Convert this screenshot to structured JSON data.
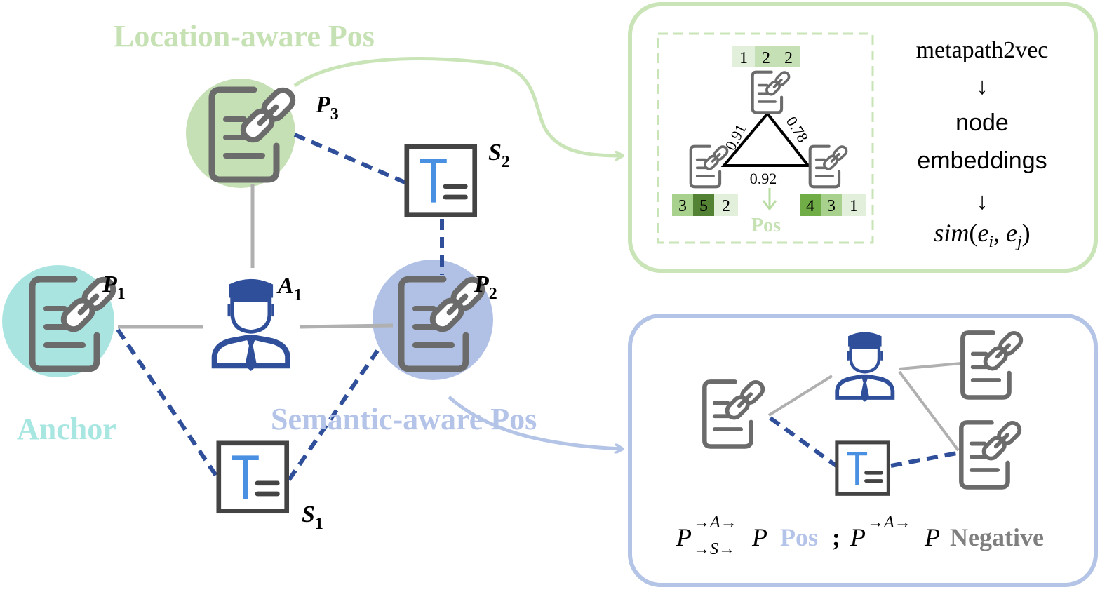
{
  "labels": {
    "location_aware_pos": "Location-aware Pos",
    "semantic_aware_pos": "Semantic-aware Pos",
    "anchor": "Anchor",
    "p1": {
      "base": "P",
      "sub": "1"
    },
    "p2": {
      "base": "P",
      "sub": "2"
    },
    "p3": {
      "base": "P",
      "sub": "3"
    },
    "a1": {
      "base": "A",
      "sub": "1"
    },
    "s1": {
      "base": "S",
      "sub": "1"
    },
    "s2": {
      "base": "S",
      "sub": "2"
    }
  },
  "location_panel": {
    "top_vector": [
      "1",
      "2",
      "2"
    ],
    "left_vector": [
      "3",
      "5",
      "2"
    ],
    "right_vector": [
      "4",
      "3",
      "1"
    ],
    "edge_left": "0.91",
    "edge_right": "0.78",
    "edge_bottom": "0.92",
    "pos_label": "Pos",
    "pipeline": {
      "step1": "metapath2vec",
      "arrow1": "↓",
      "step2_line1": "node",
      "step2_line2": "embeddings",
      "arrow2": "↓",
      "sim_func": "sim",
      "sim_args": {
        "open": "(",
        "e_i": "e",
        "i": "i",
        "comma": ", ",
        "e_j": "e",
        "j": "j",
        "close": ")"
      }
    }
  },
  "semantic_panel": {
    "formula": {
      "pos_base": "P",
      "pos_super": "→A→",
      "pos_sub": "→S→",
      "pos_end": "P",
      "pos_word": "Pos",
      "separator": ";",
      "neg_base": "P",
      "neg_super": "→A→",
      "neg_end": "P",
      "neg_word": "Negative"
    }
  },
  "colors": {
    "green_fill": "#c5e0b4",
    "teal_fill": "#a9e4e0",
    "blue_fill": "#b1c1e6",
    "green_text": "#c6e2b4",
    "teal_text": "#a8e6e1",
    "blue_text": "#b4c3e8",
    "dark_blue": "#2f4f9a",
    "icon_gray": "#6b6b6b",
    "edge_gray": "#b0b0b0",
    "green_border": "#c9e4b7",
    "blue_border": "#b4c4e6"
  }
}
